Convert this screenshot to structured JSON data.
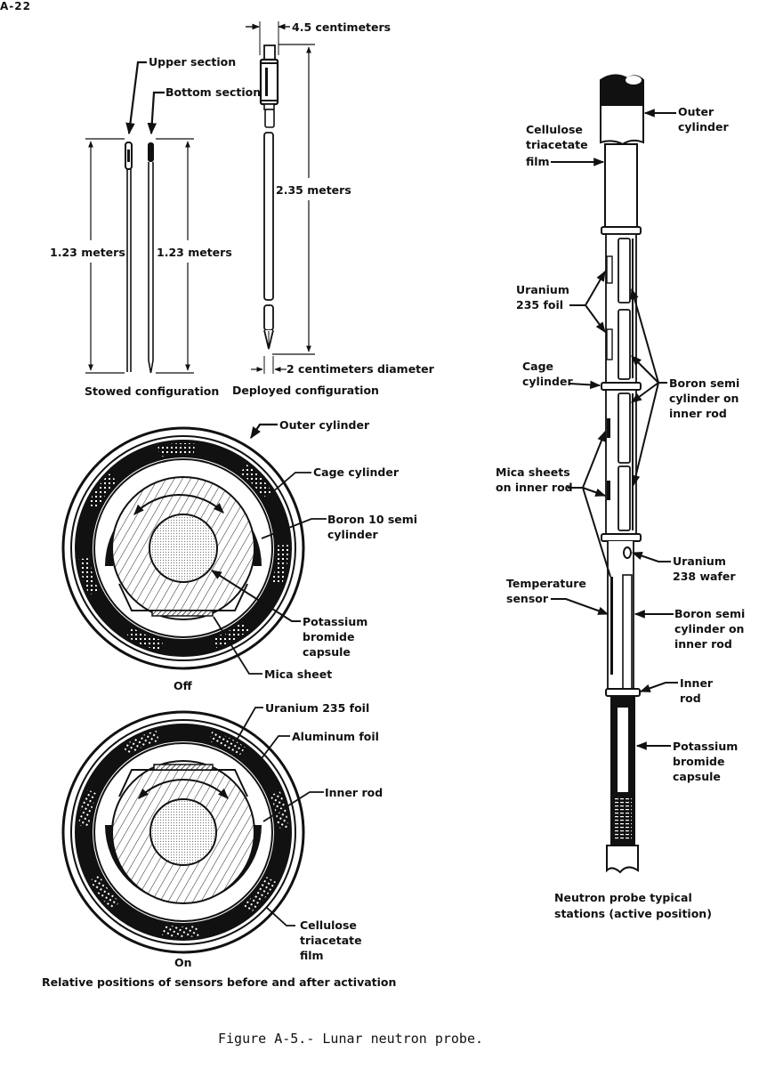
{
  "page": {
    "page_mark": "A-22",
    "figure_caption": "Figure A-5.- Lunar neutron probe."
  },
  "stowed": {
    "upper_section": "Upper section",
    "bottom_section": "Bottom section",
    "left_length": "1.23 meters",
    "right_length": "1.23 meters",
    "caption": "Stowed configuration"
  },
  "deployed": {
    "width": "4.5 centimeters",
    "length": "2.35 meters",
    "diameter": "2 centimeters diameter",
    "caption": "Deployed configuration"
  },
  "cross_section_off": {
    "outer_cylinder": "Outer cylinder",
    "cage_cylinder": "Cage cylinder",
    "boron_line1": "Boron 10 semi",
    "boron_line2": "cylinder",
    "kbr_line1": "Potassium",
    "kbr_line2": "bromide",
    "kbr_line3": "capsule",
    "mica": "Mica sheet",
    "state": "Off"
  },
  "cross_section_on": {
    "u235": "Uranium 235 foil",
    "aluminum": "Aluminum foil",
    "inner_rod": "Inner rod",
    "film_line1": "Cellulose",
    "film_line2": "triacetate",
    "film_line3": "film",
    "state": "On",
    "caption": "Relative positions of sensors before and after activation"
  },
  "probe_stations": {
    "outer_line1": "Outer",
    "outer_line2": "cylinder",
    "film_line1": "Cellulose",
    "film_line2": "triacetate",
    "film_line3": "film",
    "u235_line1": "Uranium",
    "u235_line2": "235 foil",
    "cage_line1": "Cage",
    "cage_line2": "cylinder",
    "boron_a_line1": "Boron semi",
    "boron_a_line2": "cylinder on",
    "boron_a_line3": "inner rod",
    "mica_line1": "Mica sheets",
    "mica_line2": "on inner rod",
    "u238_line1": "Uranium",
    "u238_line2": "238 wafer",
    "temp_line1": "Temperature",
    "temp_line2": "sensor",
    "boron_b_line1": "Boron semi",
    "boron_b_line2": "cylinder on",
    "boron_b_line3": "inner rod",
    "inner_line1": "Inner",
    "inner_line2": "rod",
    "kbr_line1": "Potassium",
    "kbr_line2": "bromide",
    "kbr_line3": "capsule",
    "caption_line1": "Neutron probe typical",
    "caption_line2": "stations (active position)"
  }
}
